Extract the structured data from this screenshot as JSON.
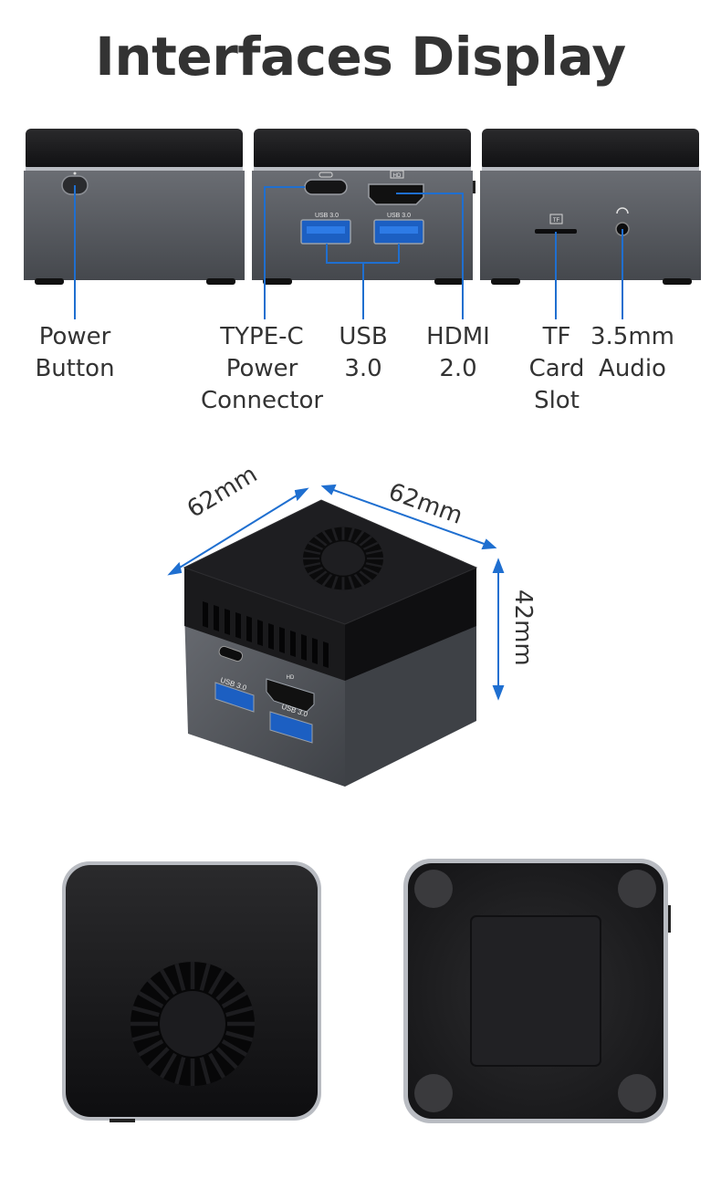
{
  "title": "Interfaces Display",
  "colors": {
    "callout_line": "#1f6fd0",
    "device_body": "#5a5d63",
    "device_top": "#1c1c1e",
    "dimension_arrow": "#1f6fd0"
  },
  "port_markings": {
    "hd_badge": "HD",
    "usb_left": "USB 3.0",
    "usb_right": "USB 3.0",
    "tf_badge": "TF"
  },
  "labels": [
    {
      "id": "power",
      "lines": [
        "Power",
        "Button"
      ]
    },
    {
      "id": "typec",
      "lines": [
        "TYPE-C",
        "Power",
        "Connector"
      ]
    },
    {
      "id": "usb",
      "lines": [
        "USB",
        "3.0"
      ]
    },
    {
      "id": "hdmi",
      "lines": [
        "HDMI",
        "2.0"
      ]
    },
    {
      "id": "tf",
      "lines": [
        "TF",
        "Card",
        "Slot"
      ]
    },
    {
      "id": "audio",
      "lines": [
        "3.5mm",
        "Audio"
      ]
    }
  ],
  "dimensions": {
    "width": "62mm",
    "depth": "62mm",
    "height": "42mm"
  },
  "iso_port_markings": {
    "usb_top": "USB 3.0",
    "usb_bottom": "USB 3.0",
    "hd_badge": "HD"
  }
}
